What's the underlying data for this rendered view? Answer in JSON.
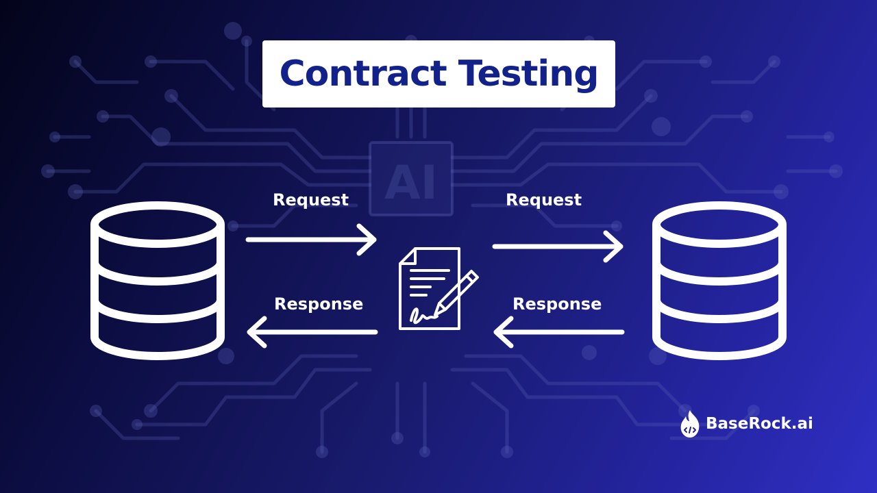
{
  "title": "Contract Testing",
  "background_watermark": "AI",
  "labels": {
    "request_left": "Request",
    "request_right": "Request",
    "response_left": "Response",
    "response_right": "Response"
  },
  "brand": {
    "name": "BaseRock.ai",
    "icon": "flame-code-icon"
  },
  "icons": {
    "consumer": "database-icon",
    "provider": "database-icon",
    "contract": "signed-contract-icon"
  },
  "colors": {
    "background_dark": "#03041a",
    "background_light": "#2f2fc4",
    "title_text": "#13218a",
    "title_box": "#ffffff",
    "foreground": "#ffffff"
  }
}
